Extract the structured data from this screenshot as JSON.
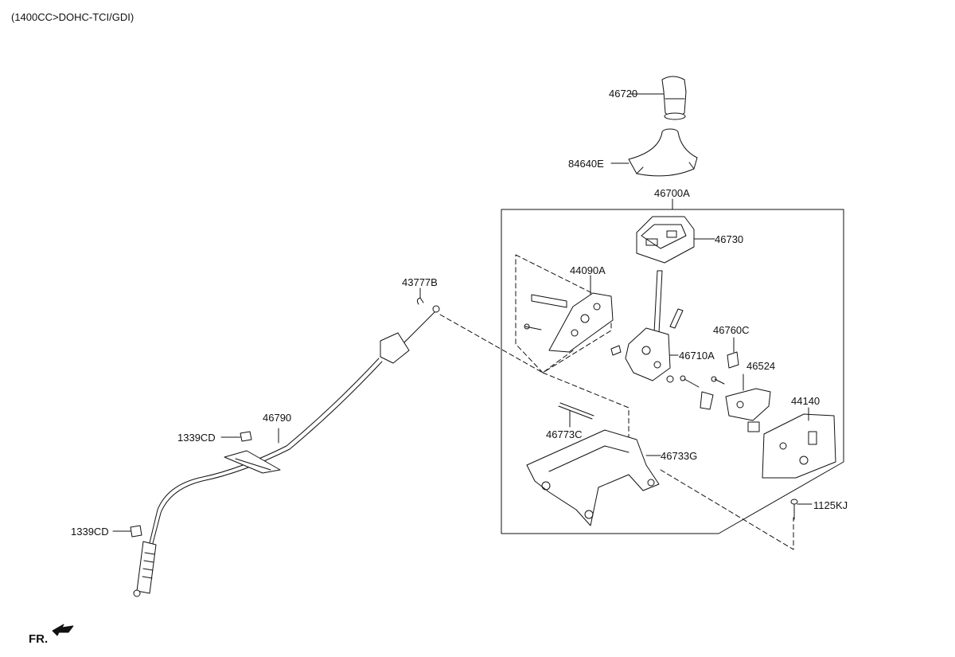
{
  "header": {
    "engine_spec": "(1400CC>DOHC-TCI/GDI)"
  },
  "orientation": {
    "front_label": "FR."
  },
  "parts": {
    "knob": "46720",
    "boot": "84640E",
    "lever_assembly": "46700A",
    "indicator_housing": "46730",
    "bracket_44090A": "44090A",
    "lever_46710A": "46710A",
    "clip_46760C": "46760C",
    "sensor_46524": "46524",
    "bracket_44140": "44140",
    "pin_46773C": "46773C",
    "base_46733G": "46733G",
    "bolt_1125KJ": "1125KJ",
    "clip_43777B": "43777B",
    "cable_46790": "46790",
    "nut_upper": "1339CD",
    "nut_lower": "1339CD"
  }
}
